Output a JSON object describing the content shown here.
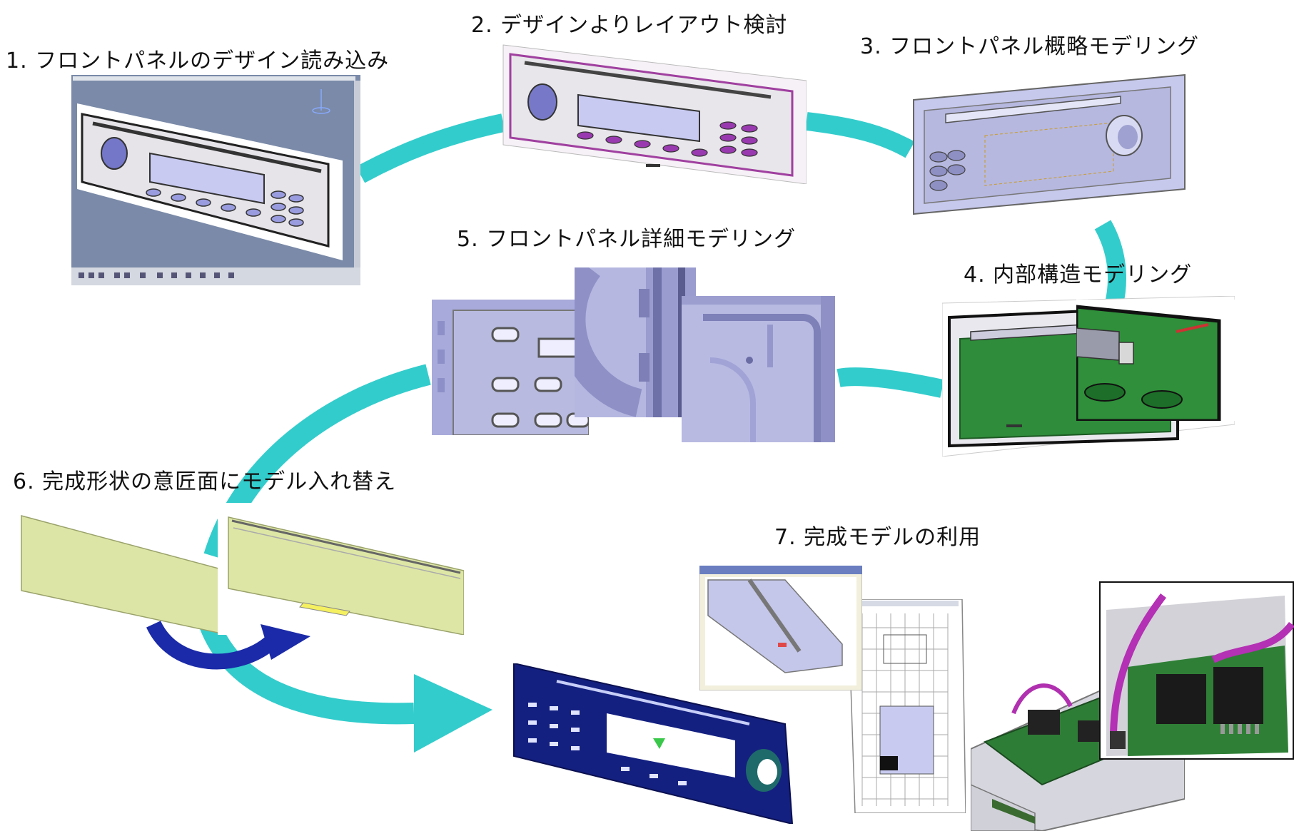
{
  "steps": [
    {
      "label": "1. フロントパネルのデザイン読み込み"
    },
    {
      "label": "2. デザインよりレイアウト検討"
    },
    {
      "label": "3. フロントパネル概略モデリング"
    },
    {
      "label": "4. 内部構造モデリング"
    },
    {
      "label": "5. フロントパネル詳細モデリング"
    },
    {
      "label": "6. 完成形状の意匠面にモデル入れ替え"
    },
    {
      "label": "7. 完成モデルの利用"
    }
  ],
  "colors": {
    "flow_arrow": "#33cccc",
    "swap_arrow": "#1a2aa8",
    "panel_lavender": "#aeb0e0",
    "pcb_green": "#2f8f3a",
    "surface_yellow": "#dfe6a8",
    "fem_navy": "#142080"
  }
}
